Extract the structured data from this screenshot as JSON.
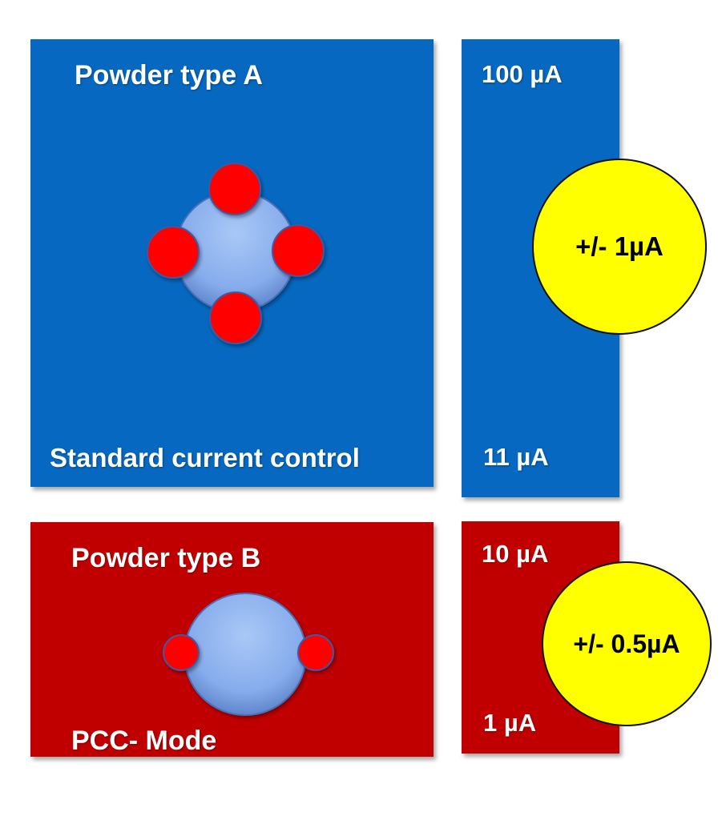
{
  "powder_a": {
    "title": "Powder type A",
    "subtitle": "Standard  current control",
    "range_top": "100 µA",
    "range_bottom": "11 µA",
    "tolerance": "+/- 1µA"
  },
  "powder_b": {
    "title": "Powder type B",
    "subtitle": "PCC- Mode",
    "range_top": "10 µA",
    "range_bottom": "1 µA",
    "tolerance": "+/- 0.5µA"
  },
  "colors": {
    "panel_a": "#0668c0",
    "panel_b": "#c00000",
    "particle": "#8fb4ef",
    "charge": "#ff0000",
    "tolerance_fill": "#ffff00"
  }
}
